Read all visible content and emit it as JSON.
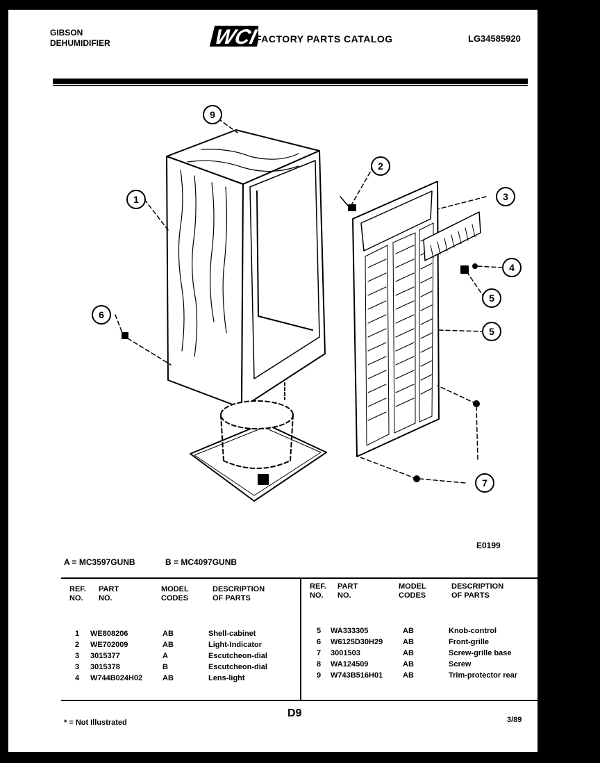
{
  "header": {
    "brand_line1": "GIBSON",
    "brand_line2": "DEHUMIDIFIER",
    "logo_text": "WCI",
    "catalog_title": "FACTORY PARTS CATALOG",
    "catalog_number": "LG34585920"
  },
  "diagram": {
    "callouts": [
      "9",
      "1",
      "2",
      "3",
      "4",
      "5",
      "5",
      "6",
      "7"
    ],
    "drawing_id": "E0199"
  },
  "model_codes": {
    "a": "A = MC3597GUNB",
    "b": "B = MC4097GUNB"
  },
  "table": {
    "headers": {
      "ref_no": "REF.\nNO.",
      "part_no": "PART\nNO.",
      "model_codes": "MODEL\nCODES",
      "description": "DESCRIPTION\nOF PARTS"
    },
    "left_rows": [
      {
        "ref": "1",
        "part": "WE808206",
        "codes": "AB",
        "desc": "Shell-cabinet"
      },
      {
        "ref": "2",
        "part": "WE702009",
        "codes": "AB",
        "desc": "Light-Indicator"
      },
      {
        "ref": "3",
        "part": "3015377",
        "codes": "A",
        "desc": "Escutcheon-dial"
      },
      {
        "ref": "3",
        "part": "3015378",
        "codes": "B",
        "desc": "Escutcheon-dial"
      },
      {
        "ref": "4",
        "part": "W744B024H02",
        "codes": "AB",
        "desc": "Lens-light"
      }
    ],
    "right_rows": [
      {
        "ref": "5",
        "part": "WA333305",
        "codes": "AB",
        "desc": "Knob-control"
      },
      {
        "ref": "6",
        "part": "W6125D30H29",
        "codes": "AB",
        "desc": "Front-grille"
      },
      {
        "ref": "7",
        "part": "3001503",
        "codes": "AB",
        "desc": "Screw-grille base"
      },
      {
        "ref": "8",
        "part": "WA124509",
        "codes": "AB",
        "desc": "Screw"
      },
      {
        "ref": "9",
        "part": "W743B516H01",
        "codes": "AB",
        "desc": "Trim-protector rear"
      }
    ]
  },
  "footer": {
    "footnote": "* = Not Illustrated",
    "page_code": "D9",
    "date_code": "3/89"
  }
}
